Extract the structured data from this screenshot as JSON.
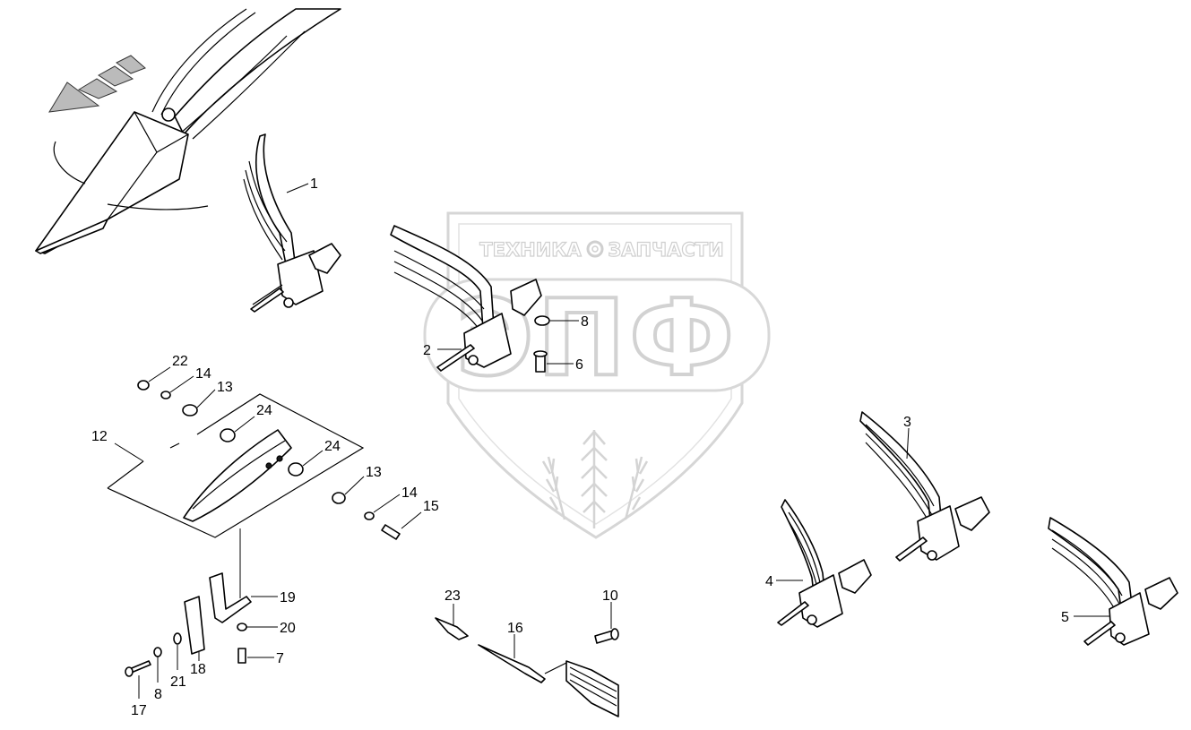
{
  "watermark": {
    "line1_left": "ТЕХНИКА",
    "line1_right": "ЗАПЧАСТИ",
    "logo_letters": "ЭПФ"
  },
  "callouts": {
    "c1": "1",
    "c2": "2",
    "c3": "3",
    "c4": "4",
    "c5": "5",
    "c6": "6",
    "c7": "7",
    "c8a": "8",
    "c8b": "8",
    "c10": "10",
    "c12": "12",
    "c13a": "13",
    "c13b": "13",
    "c14a": "14",
    "c14b": "14",
    "c15": "15",
    "c16": "16",
    "c17": "17",
    "c18": "18",
    "c19": "19",
    "c20": "20",
    "c21": "21",
    "c22": "22",
    "c23": "23",
    "c24a": "24",
    "c24b": "24"
  }
}
